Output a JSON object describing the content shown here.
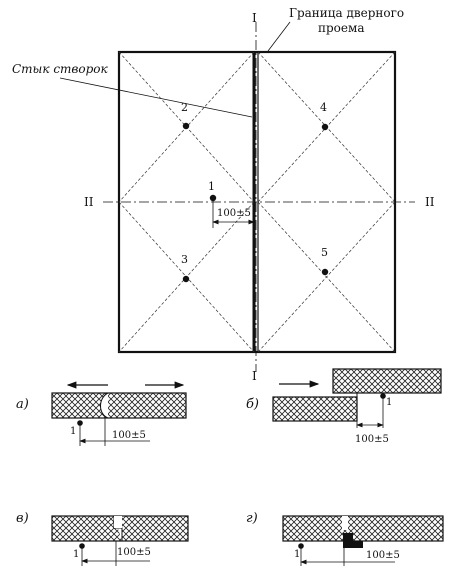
{
  "labels": {
    "door_opening_boundary_line1": "Граница дверного",
    "door_opening_boundary_line2": "проема",
    "leaf_joint": "Стык створок",
    "axis_vertical_top": "I",
    "axis_vertical_bottom": "I",
    "axis_horizontal_left": "II",
    "axis_horizontal_right": "II",
    "point_1": "1",
    "point_2": "2",
    "point_3": "3",
    "point_4": "4",
    "point_5": "5",
    "main_dimension": "100±5"
  },
  "details": [
    {
      "letter": "а)",
      "point": "1",
      "dimension": "100±5"
    },
    {
      "letter": "б)",
      "point": "1",
      "dimension": "100±5"
    },
    {
      "letter": "в)",
      "point": "1",
      "dimension": "100±5"
    },
    {
      "letter": "г)",
      "point": "1",
      "dimension": "100±5"
    }
  ],
  "colors": {
    "ink": "#111111",
    "background": "#ffffff"
  }
}
